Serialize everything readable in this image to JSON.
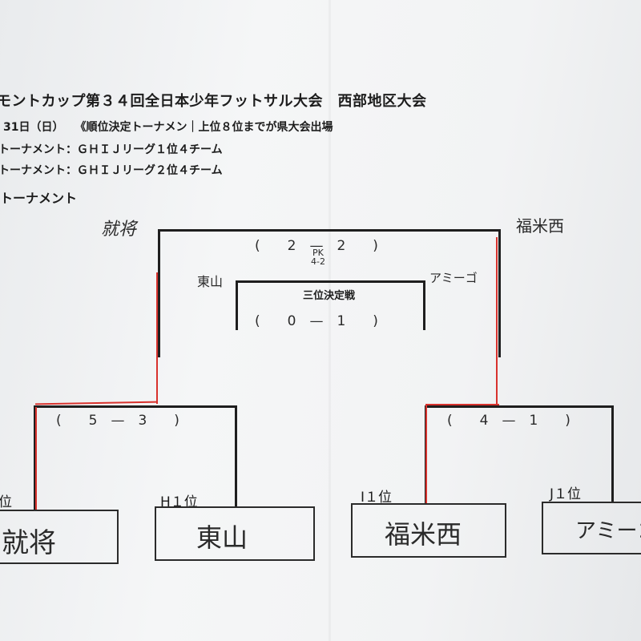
{
  "header": {
    "title": "モントカップ第３４回全日本少年フットサル大会　西部地区大会",
    "date_line": "31日（日）　　《順位決定トーナメン｜上位８位までが県大会出場",
    "group1_line": "トーナメント：ＧＨＩＪリーグ１位４チーム",
    "group2_line": "トーナメント：ＧＨＩＪリーグ２位４チーム",
    "section_title": "トーナメント"
  },
  "bracket": {
    "final": {
      "score": "(　　2　—　2　　)",
      "pk": "PK\n4-2",
      "left_winner": "就将",
      "right_winner": "福米西"
    },
    "third_place": {
      "title": "三位決定戦",
      "score": "(　　0　—　1　　)",
      "left_team": "東山",
      "right_team": "アミーゴ"
    },
    "semi_left": {
      "score": "(　　5　—　3　　)"
    },
    "semi_right": {
      "score": "(　　4　—　1　　)"
    },
    "seeds": {
      "g": "位",
      "h": "H１位",
      "i": "I１位",
      "j": "J１位"
    },
    "teams": [
      "就将",
      "東山",
      "福米西",
      "アミーゴ"
    ]
  },
  "colors": {
    "ink": "#1e1e1e",
    "winner_line": "#d8322d",
    "paper": "#f2f3f4"
  }
}
